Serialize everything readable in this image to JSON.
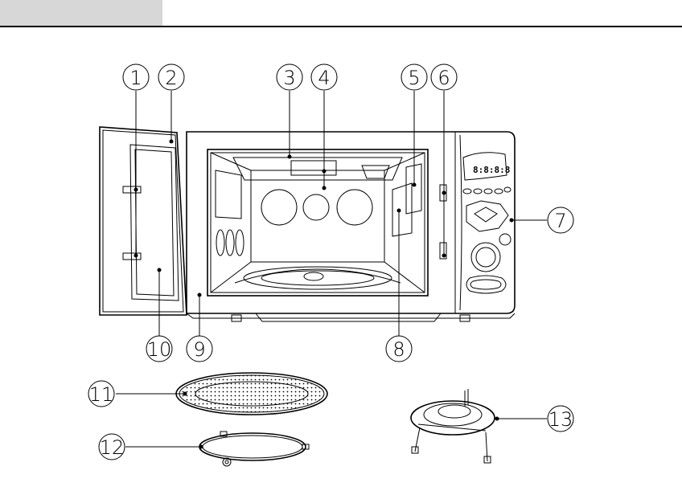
{
  "callouts": {
    "c1": "1",
    "c2": "2",
    "c3": "3",
    "c4": "4",
    "c5": "5",
    "c6": "6",
    "c7": "7",
    "c8": "8",
    "c9": "9",
    "c10": "10",
    "c11": "11",
    "c12": "12",
    "c13": "13"
  },
  "display": {
    "readout": "8:8:8:8"
  }
}
